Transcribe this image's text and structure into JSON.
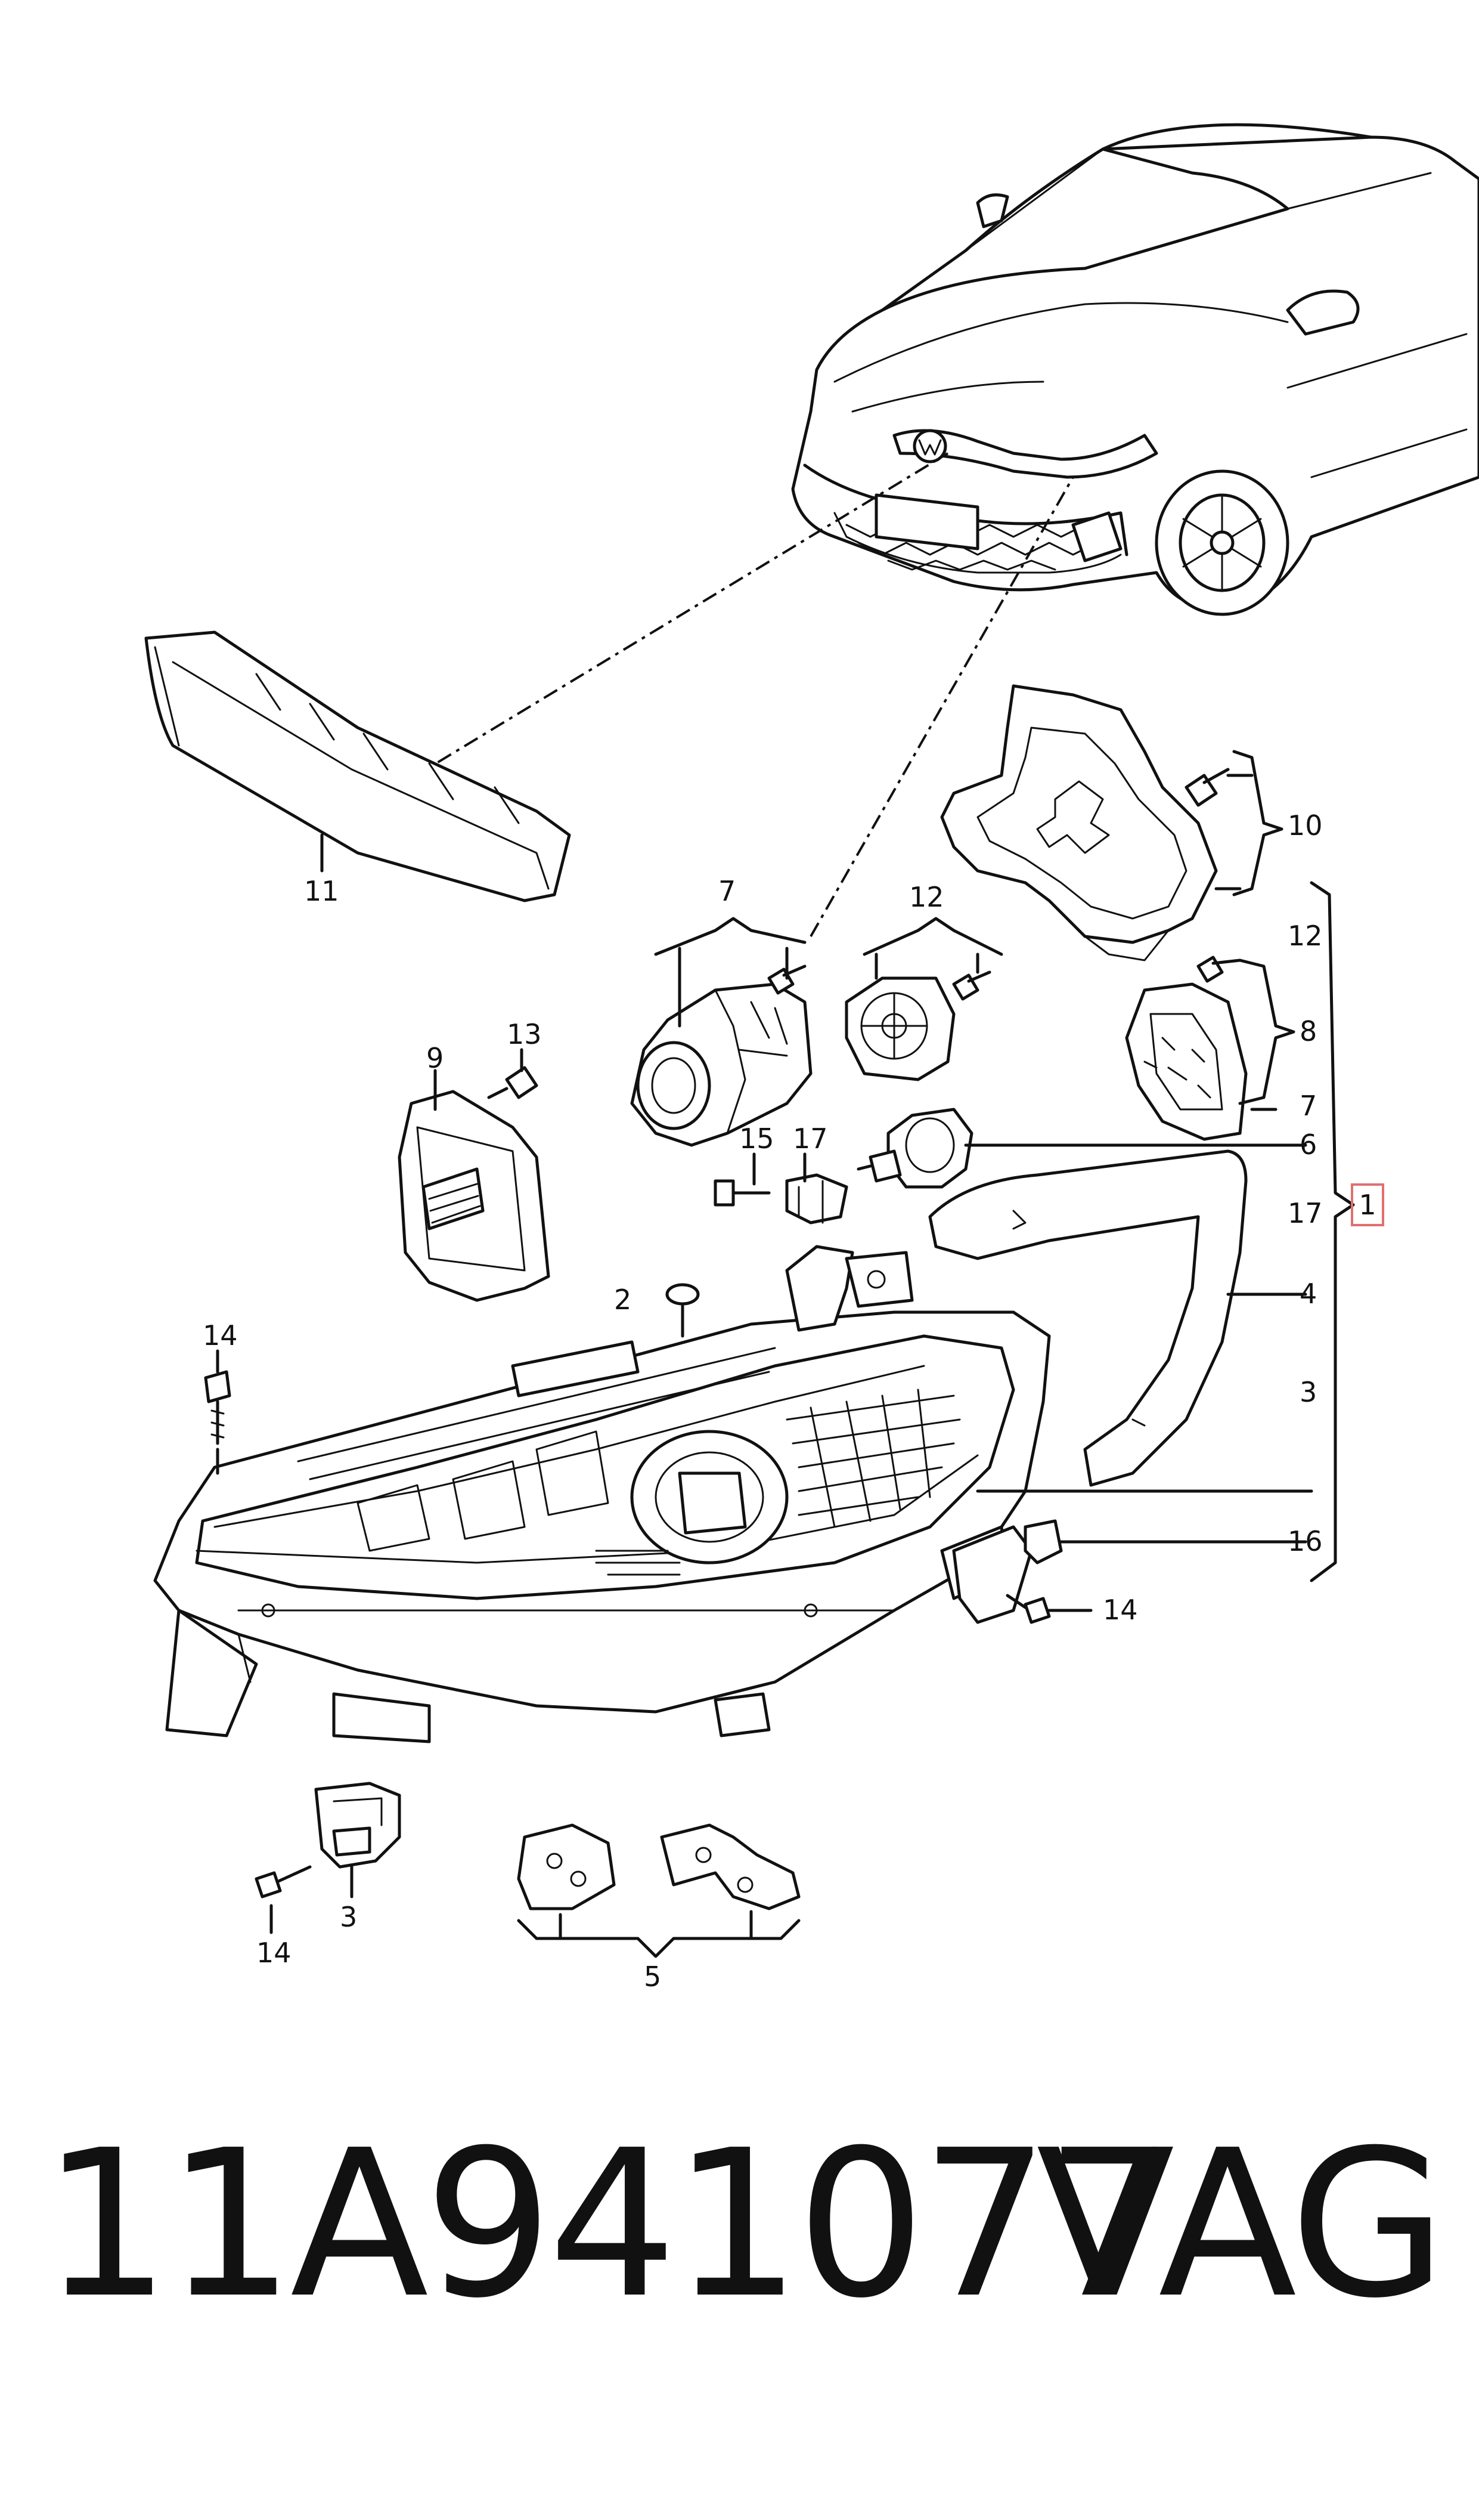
{
  "diagram": {
    "callouts": {
      "c1": "1",
      "c2": "2",
      "c3a": "3",
      "c3b": "3",
      "c4": "4",
      "c5": "5",
      "c6": "6",
      "c7a": "7",
      "c7b": "7",
      "c8": "8",
      "c9": "9",
      "c10": "10",
      "c11": "11",
      "c12a": "12",
      "c12b": "12",
      "c13": "13",
      "c14a": "14",
      "c14b": "14",
      "c14c": "14",
      "c15": "15",
      "c16": "16",
      "c17a": "17",
      "c17b": "17"
    },
    "highlight_color": "#e07070"
  },
  "footer": {
    "part_number": "11A941077",
    "brand": "VAG"
  }
}
